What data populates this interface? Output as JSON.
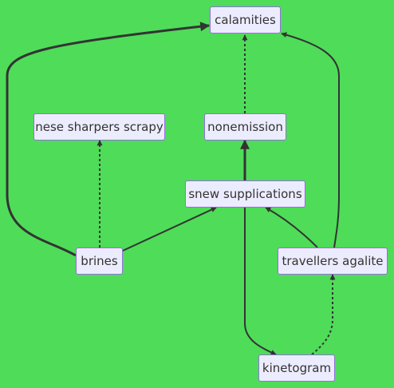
{
  "diagram": {
    "colors": {
      "background": "#4fdc59",
      "node_fill": "#ececff",
      "node_border": "#9370db",
      "edge": "#333333",
      "text": "#333333"
    },
    "nodes": {
      "calamities": {
        "label": "calamities"
      },
      "nese_sharpers_scrapy": {
        "label": "nese sharpers scrapy"
      },
      "nonemission": {
        "label": "nonemission"
      },
      "snew_supplications": {
        "label": "snew supplications"
      },
      "brines": {
        "label": "brines"
      },
      "travellers_agalite": {
        "label": "travellers agalite"
      },
      "kinetogram": {
        "label": "kinetogram"
      }
    },
    "edges": [
      {
        "from": "brines",
        "to": "calamities",
        "style": "thick"
      },
      {
        "from": "nonemission",
        "to": "calamities",
        "style": "dotted"
      },
      {
        "from": "travellers_agalite",
        "to": "calamities",
        "style": "normal"
      },
      {
        "from": "brines",
        "to": "nese_sharpers_scrapy",
        "style": "dotted"
      },
      {
        "from": "snew_supplications",
        "to": "nonemission",
        "style": "thick"
      },
      {
        "from": "brines",
        "to": "snew_supplications",
        "style": "normal"
      },
      {
        "from": "travellers_agalite",
        "to": "snew_supplications",
        "style": "normal"
      },
      {
        "from": "snew_supplications",
        "to": "kinetogram",
        "style": "normal"
      },
      {
        "from": "kinetogram",
        "to": "travellers_agalite",
        "style": "dotted"
      }
    ]
  }
}
